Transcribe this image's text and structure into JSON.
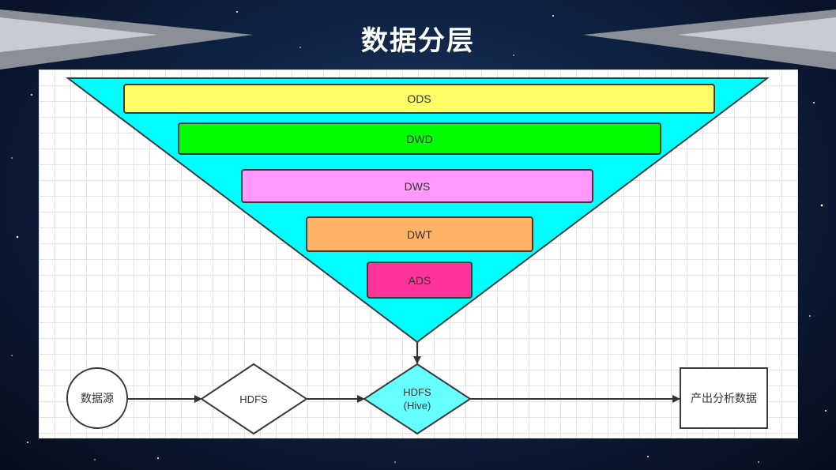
{
  "title": "数据分层",
  "colors": {
    "funnel": "#00ffff",
    "hdfs_hive_fill": "#66ffff",
    "ods": "#ffff66",
    "dwd": "#00ff00",
    "dws": "#ff99ff",
    "dwt": "#ffb366",
    "ads": "#ff3399"
  },
  "layers": [
    {
      "label": "ODS",
      "color": "#ffff66"
    },
    {
      "label": "DWD",
      "color": "#00ff00"
    },
    {
      "label": "DWS",
      "color": "#ff99ff"
    },
    {
      "label": "DWT",
      "color": "#ffb366"
    },
    {
      "label": "ADS",
      "color": "#ff3399"
    }
  ],
  "flow": {
    "source": "数据源",
    "hdfs": "HDFS",
    "hdfs_hive_line1": "HDFS",
    "hdfs_hive_line2": "(Hive)",
    "output": "产出分析数据"
  }
}
